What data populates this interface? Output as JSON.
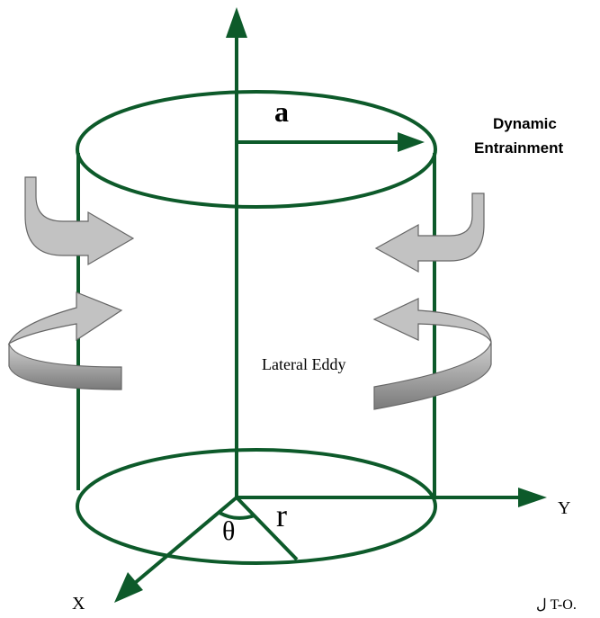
{
  "labels": {
    "radius_a": "a",
    "dynamic_line1": "Dynamic",
    "dynamic_line2": "Entrainment",
    "lateral_eddy": "Lateral Eddy",
    "radius_r": "r",
    "theta": "θ",
    "axis_y": "Y",
    "axis_x": "X",
    "caption_fragment": "ل T-O."
  },
  "colors": {
    "structure_green": "#0d5a2a",
    "arrow_fill": "#c2c2c2",
    "arrow_stroke": "#666666",
    "eddy_band": "#8e8e8e"
  }
}
